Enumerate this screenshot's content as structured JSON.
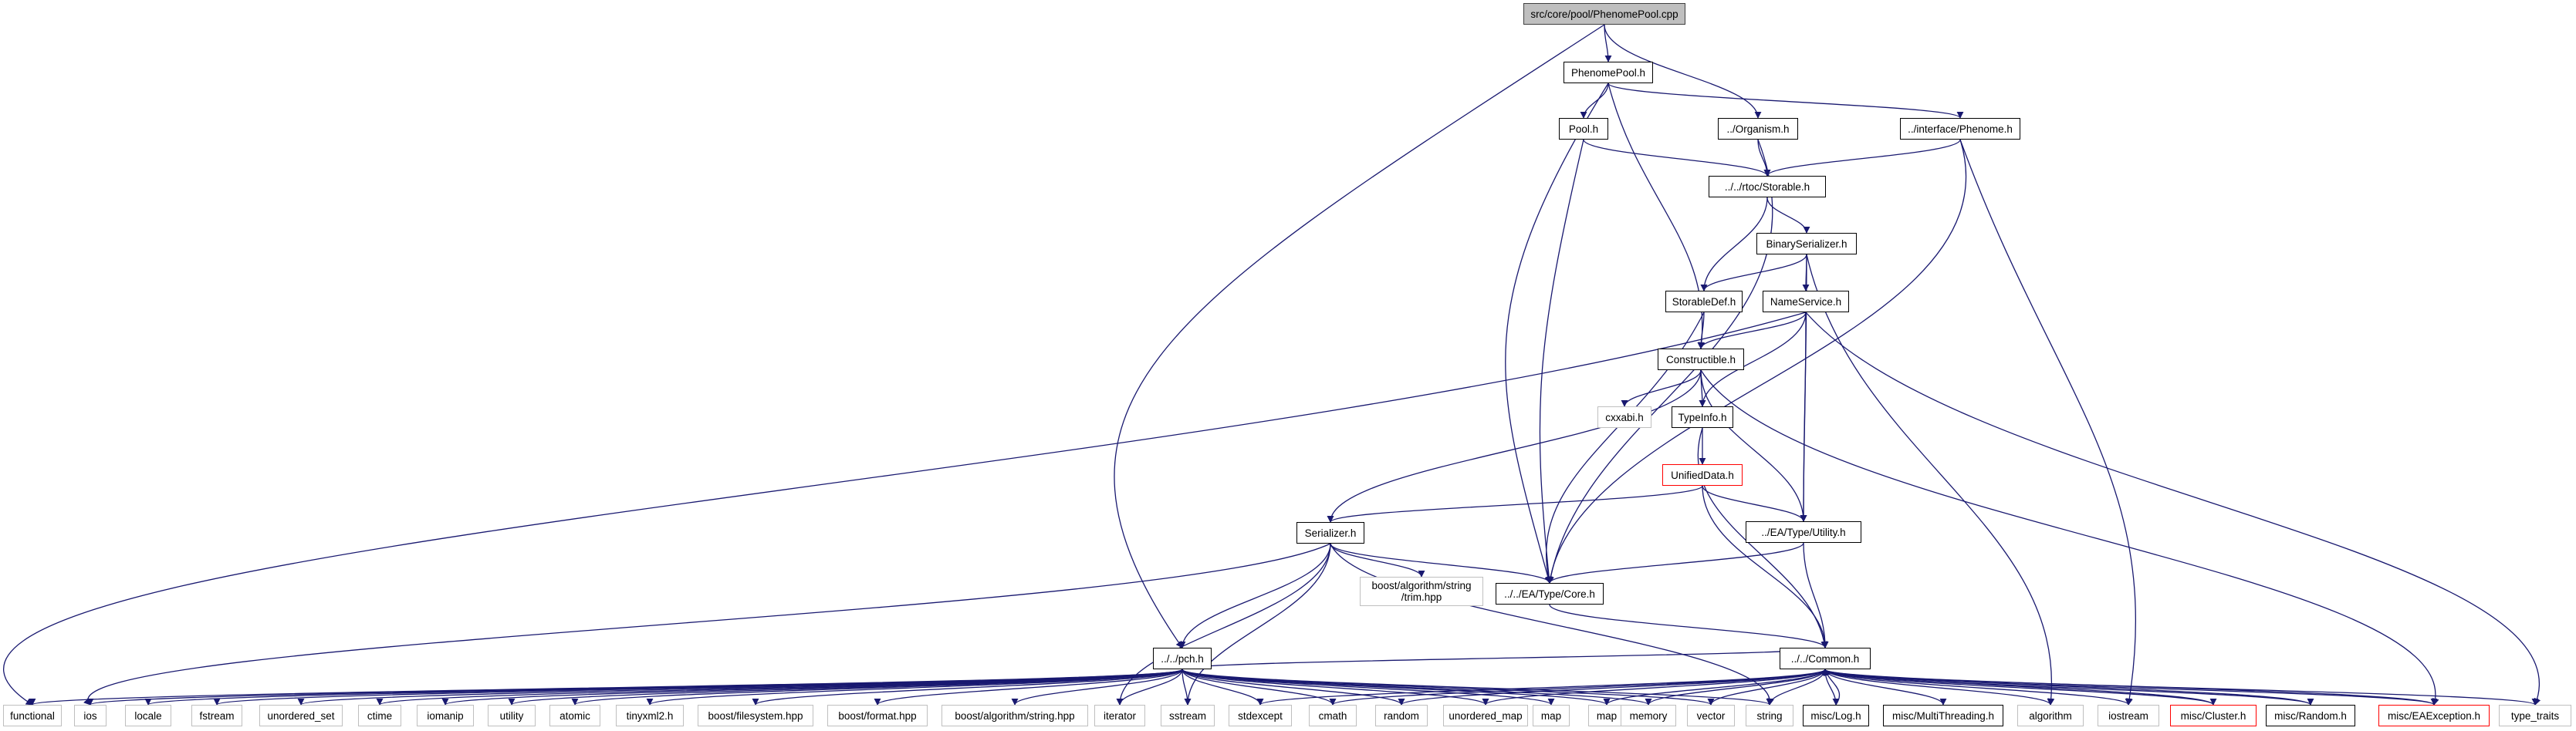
{
  "graph": {
    "root": "src/core/pool/PhenomePool.cpp",
    "headers": {
      "phenome_pool_h": "PhenomePool.h",
      "pool_h": "Pool.h",
      "organism_h": "../Organism.h",
      "interface_phenome_h": "../interface/Phenome.h",
      "rtoc_storable_h": "../../rtoc/Storable.h",
      "binary_serializer_h": "BinarySerializer.h",
      "storable_def_h": "StorableDef.h",
      "name_service_h": "NameService.h",
      "constructible_h": "Constructible.h",
      "typeinfo_h": "TypeInfo.h",
      "unified_data_h": "UnifiedData.h",
      "ea_type_utility_h": "../EA/Type/Utility.h",
      "serializer_h": "Serializer.h",
      "ea_type_core_h": "../../EA/Type/Core.h",
      "pch_h": "../../pch.h",
      "common_h": "../../Common.h",
      "misc_log_h": "misc/Log.h",
      "misc_multithreading_h": "misc/MultiThreading.h",
      "misc_cluster_h": "misc/Cluster.h",
      "misc_random_h": "misc/Random.h",
      "misc_eaexception_h": "misc/EAException.h"
    },
    "system": {
      "cxxabi_h": "cxxabi.h",
      "boost_trim_line1": "boost/algorithm/string",
      "boost_trim_line2": "/trim.hpp",
      "functional": "functional",
      "ios": "ios",
      "locale": "locale",
      "fstream": "fstream",
      "unordered_set": "unordered_set",
      "ctime": "ctime",
      "iomanip": "iomanip",
      "utility": "utility",
      "atomic": "atomic",
      "tinyxml2_h": "tinyxml2.h",
      "boost_filesystem": "boost/filesystem.hpp",
      "boost_format": "boost/format.hpp",
      "boost_string": "boost/algorithm/string.hpp",
      "iterator": "iterator",
      "sstream": "sstream",
      "stdexcept": "stdexcept",
      "cmath": "cmath",
      "random": "random",
      "unordered_map": "unordered_map",
      "map": "map",
      "memory": "memory",
      "vector": "vector",
      "string": "string",
      "algorithm": "algorithm",
      "iostream": "iostream",
      "type_traits": "type_traits"
    },
    "colors": {
      "edge": "#191970",
      "root_fill": "#bfbfbf",
      "node_border": "#000000",
      "external_border": "#bfbfbf",
      "missing_border": "#ff0000"
    }
  }
}
